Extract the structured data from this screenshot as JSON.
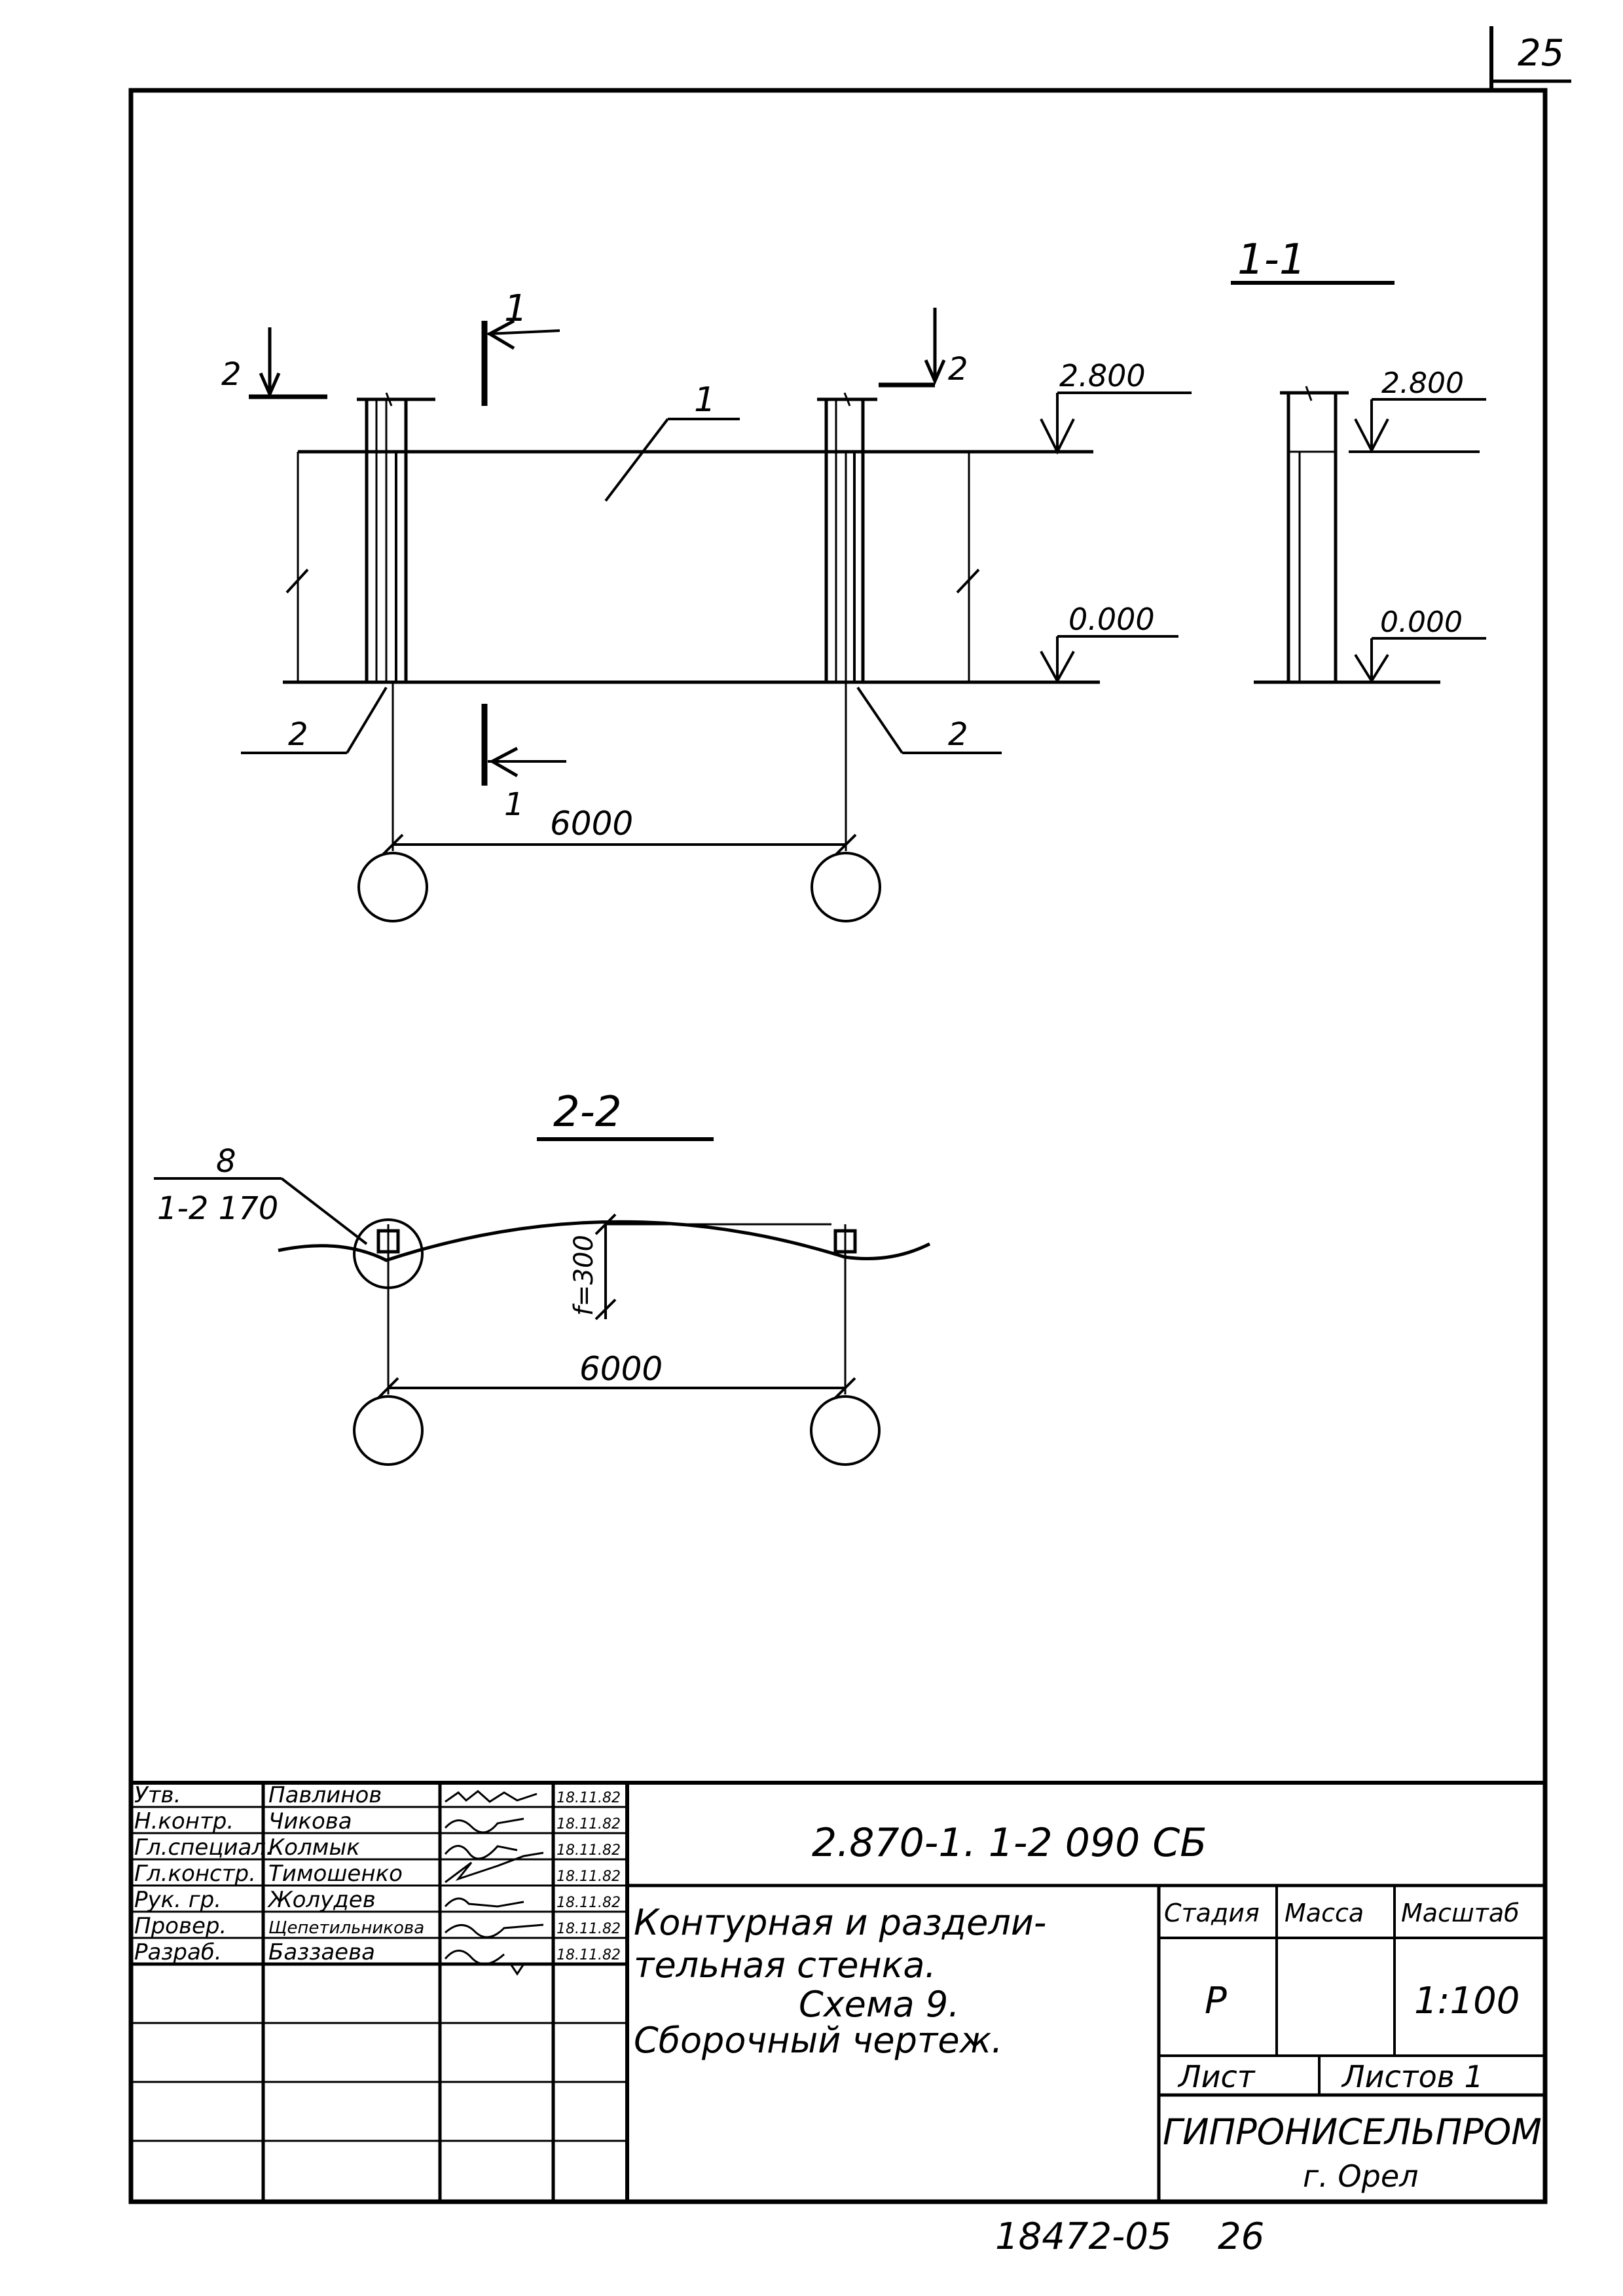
{
  "page_number": "25",
  "views": {
    "front": {
      "labels": {
        "wall": "1",
        "section_a": "1",
        "section_a_bottom": "1",
        "section_b": "2",
        "section_b_right": "2",
        "post_left": "2",
        "post_right": "2"
      },
      "elevations": {
        "top": "2.800",
        "bottom": "0.000"
      },
      "span": "6000"
    },
    "section_1_1": {
      "title": "1-1",
      "elevations": {
        "top": "2.800",
        "bottom": "0.000"
      }
    },
    "section_2_2": {
      "title": "2-2",
      "node_ref": "8",
      "node_sheet": "1-2 170",
      "sag": "f=300",
      "span": "6000"
    }
  },
  "title_block": {
    "code": "2.870-1. 1-2 090 СБ",
    "name_line1": "Контурная и раздели-",
    "name_line2": "тельная стенка.",
    "name_line3": "Схема 9.",
    "name_line4": "Сборочный чертеж.",
    "stage_label": "Стадия",
    "mass_label": "Масса",
    "scale_label": "Масштаб",
    "stage": "Р",
    "mass": "",
    "scale": "1:100",
    "sheet_label": "Лист",
    "sheets_label": "Листов 1",
    "org": "ГИПРОНИСЕЛЬПРОМ",
    "city": "г. Орел",
    "signatures": [
      {
        "role": "Утв.",
        "name": "Павлинов",
        "date": "18.11.82"
      },
      {
        "role": "Н.контр.",
        "name": "Чикова",
        "date": "18.11.82"
      },
      {
        "role": "Гл.специал.",
        "name": "Колмык",
        "date": "18.11.82"
      },
      {
        "role": "Гл.констр.",
        "name": "Тимошенко",
        "date": "18.11.82"
      },
      {
        "role": "Рук. гр.",
        "name": "Жолудев",
        "date": "18.11.82"
      },
      {
        "role": "Провер.",
        "name": "Щепетильникова",
        "date": "18.11.82"
      },
      {
        "role": "Разраб.",
        "name": "Баззаева",
        "date": "18.11.82"
      }
    ]
  },
  "footer_code": "18472-05",
  "footer_page": "26"
}
